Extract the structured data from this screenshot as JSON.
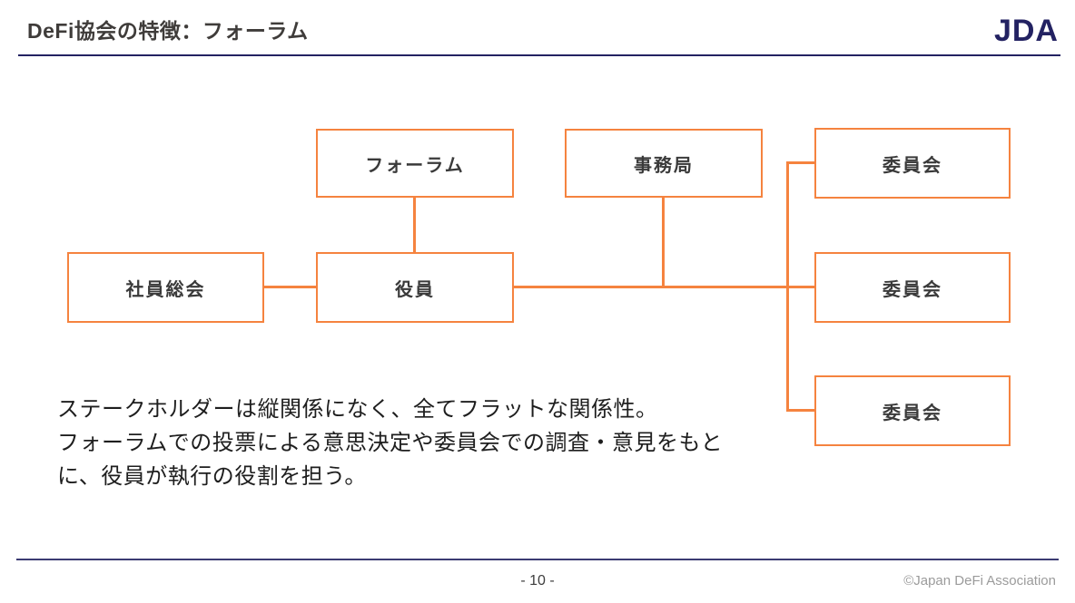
{
  "header": {
    "title": "DeFi協会の特徴：フォーラム",
    "logo": "JDA"
  },
  "diagram": {
    "boxes": {
      "forum": "フォーラム",
      "secretariat": "事務局",
      "general_meeting": "社員総会",
      "officers": "役員",
      "committee1": "委員会",
      "committee2": "委員会",
      "committee3": "委員会"
    }
  },
  "body_text": {
    "line1": "ステークホルダーは縦関係になく、全てフラットな関係性。",
    "line2": "フォーラムでの投票による意思決定や委員会での調査・意見をもと",
    "line3": "に、役員が執行の役割を担う。"
  },
  "footer": {
    "page_number": "- 10 -",
    "copyright": "©Japan DeFi Association"
  },
  "colors": {
    "accent_orange": "#f5833f",
    "brand_navy": "#232262",
    "title_text": "#3f3c3a",
    "body_text": "#1e1e1e",
    "footer_gray": "#9b9b9b"
  }
}
